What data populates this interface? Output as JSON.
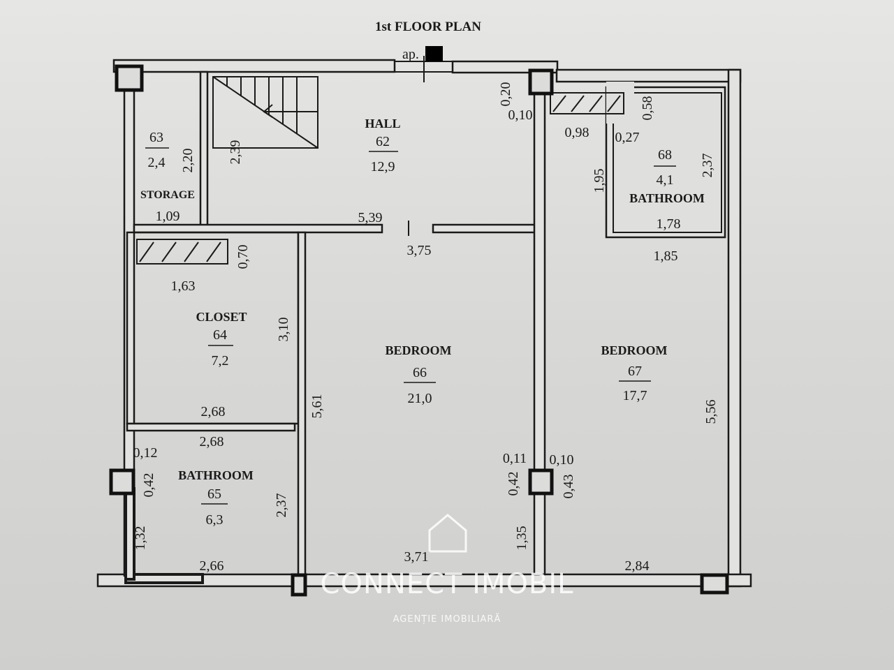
{
  "title": "1st FLOOR PLAN",
  "apartment_label": "ap.",
  "rooms": {
    "storage": {
      "name": "STORAGE",
      "number": "63",
      "area": "2,4"
    },
    "hall": {
      "name": "HALL",
      "number": "62",
      "area": "12,9"
    },
    "bathroom_top": {
      "name": "BATHROOM",
      "number": "68",
      "area": "4,1"
    },
    "closet": {
      "name": "CLOSET",
      "number": "64",
      "area": "7,2"
    },
    "bedroom_center": {
      "name": "BEDROOM",
      "number": "66",
      "area": "21,0"
    },
    "bedroom_right": {
      "name": "BEDROOM",
      "number": "67",
      "area": "17,7"
    },
    "bathroom_bottom": {
      "name": "BATHROOM",
      "number": "65",
      "area": "6,3"
    }
  },
  "dimensions": {
    "storage_h": "2,20",
    "storage_w": "1,09",
    "hall_stair_h": "2,39",
    "hall_w": "5,39",
    "d020": "0,20",
    "d010_top": "0,10",
    "d098": "0,98",
    "d027": "0,27",
    "d058": "0,58",
    "bath68_h": "2,37",
    "bath68_h2": "1,95",
    "bath68_w": "1,78",
    "bed66_top_w": "3,75",
    "bed67_top_w": "1,85",
    "closet_shelf_h": "0,70",
    "closet_shelf_w": "1,63",
    "closet_h": "3,10",
    "bed66_h": "5,61",
    "bed67_h": "5,56",
    "closet_w": "2,68",
    "bath65_w_top": "2,68",
    "d012": "0,12",
    "d042_left": "0,42",
    "bath65_h": "2,37",
    "d011": "0,11",
    "d010_mid": "0,10",
    "d042_mid": "0,42",
    "d043": "0,43",
    "d132": "1,32",
    "bath65_w_bottom": "2,66",
    "bed66_w_bottom": "3,71",
    "d135": "1,35",
    "bed67_w_bottom": "2,84"
  },
  "watermark": {
    "brand": "CONNECT IMOBIL",
    "tagline": "AGENȚIE IMOBILIARĂ"
  }
}
